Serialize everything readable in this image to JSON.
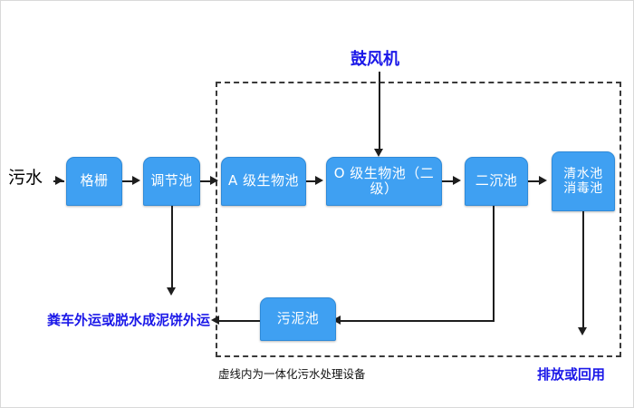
{
  "diagram": {
    "title_label": "鼓风机",
    "influent_label": "污水",
    "caption": "虚线内为一体化污水处理设备",
    "sludge_disposal_label": "粪车外运或脱水成泥饼外运",
    "effluent_label": "排放或回用",
    "colors": {
      "node_fill": "#3fa0f2",
      "node_border": "#2f8ad8",
      "node_text": "#ffffff",
      "connector": "#1e1e1e",
      "blue_text": "#1b18e8",
      "dashed_border": "#3a3a3a",
      "background": "#ffffff"
    },
    "nodes": [
      {
        "id": "grille",
        "label": "格栅"
      },
      {
        "id": "equalization",
        "label": "调节池"
      },
      {
        "id": "a-stage",
        "label": "A 级生物池"
      },
      {
        "id": "o-stage",
        "label": "O 级生物池（二级）"
      },
      {
        "id": "clarifier",
        "label": "二沉池"
      },
      {
        "id": "clearwater",
        "label": "清水池\n消毒池"
      },
      {
        "id": "sludge",
        "label": "污泥池"
      }
    ],
    "flow_sequence": [
      "污水",
      "格栅",
      "调节池",
      "A 级生物池",
      "O 级生物池（二级）",
      "二沉池",
      "清水池消毒池",
      "排放或回用"
    ],
    "side_flows": [
      {
        "from": "调节池",
        "to": "粪车外运或脱水成泥饼外运"
      },
      {
        "from": "二沉池",
        "to": "污泥池"
      },
      {
        "from": "污泥池",
        "to": "粪车外运或脱水成泥饼外运"
      },
      {
        "from": "鼓风机",
        "to": "O 级生物池（二级）"
      },
      {
        "from": "清水池消毒池",
        "to": "排放或回用"
      }
    ]
  }
}
